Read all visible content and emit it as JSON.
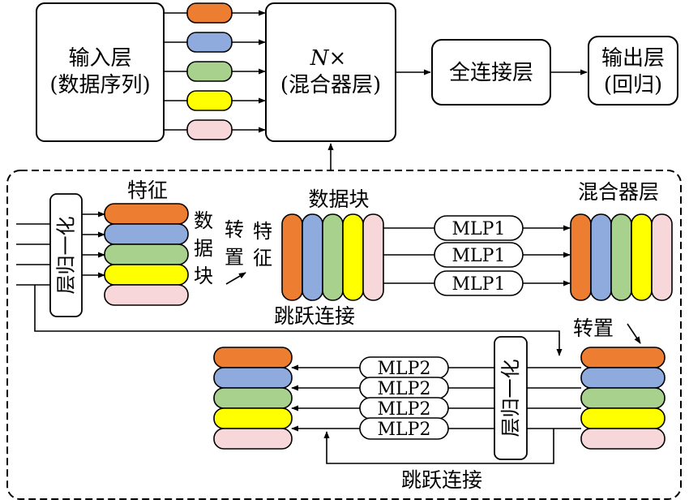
{
  "top": {
    "input_box": {
      "line1": "输入层",
      "line2": "(数据序列)"
    },
    "mixer_box": {
      "line1_n": "N",
      "line1_x": "×",
      "line2": "(混合器层)"
    },
    "fc_box": {
      "label": "全连接层"
    },
    "output_box": {
      "line1": "输出层",
      "line2": "(回归)"
    }
  },
  "detail": {
    "layernorm_left": "层归一化",
    "features_label": "特征",
    "vertical_label_1": "数据块",
    "transpose_label_1": "转置",
    "vertical_label_2": "特征",
    "blocks_label": "数据块",
    "skip_label_1": "跳跃连接",
    "mixer_label": "混合器层",
    "mlp1": [
      "MLP1",
      "MLP1",
      "MLP1"
    ],
    "transpose_label_2": "转置",
    "layernorm_right": "层归一化",
    "mlp2": [
      "MLP2",
      "MLP2",
      "MLP2",
      "MLP2"
    ],
    "skip_label_2": "跳跃连接"
  },
  "colors": {
    "orange": "#ED7D31",
    "blue": "#8FAADC",
    "green": "#A9D18E",
    "yellow": "#FFFF00",
    "pink": "#F8D7DA"
  }
}
